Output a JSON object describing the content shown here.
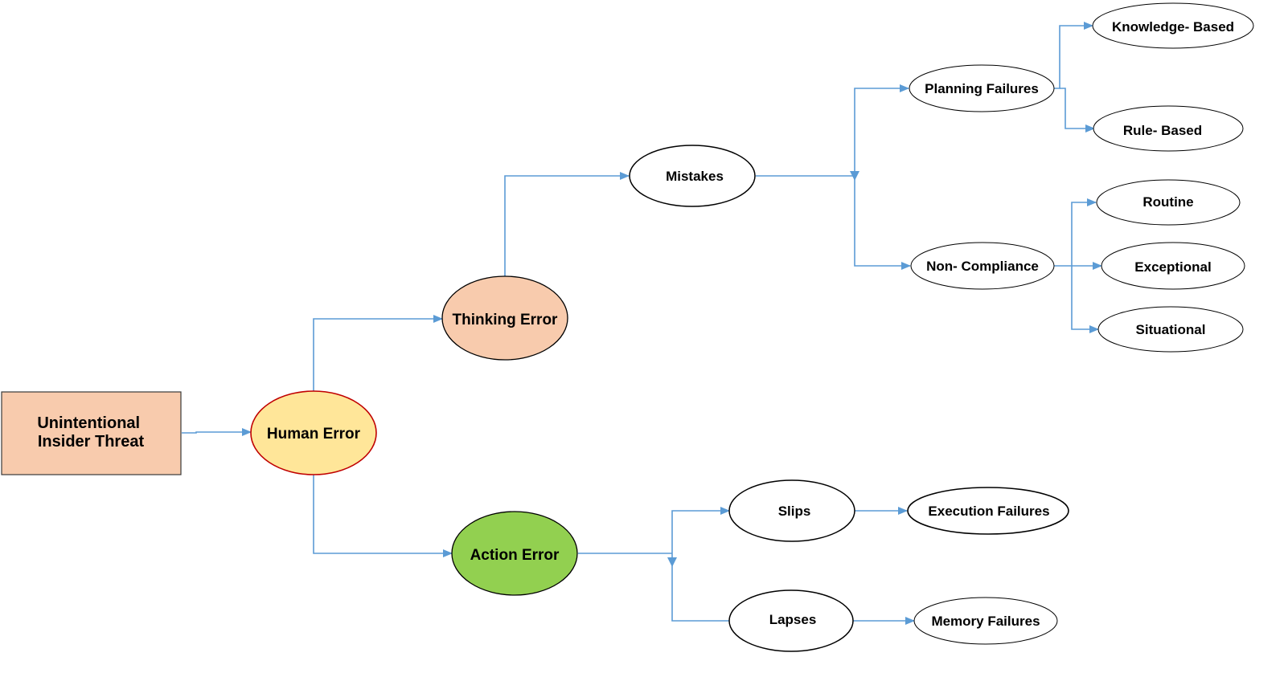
{
  "diagram": {
    "colors": {
      "connector": "#5b9bd5",
      "root_fill": "#f8cbad",
      "human_error_fill": "#ffe699",
      "human_error_stroke": "#c00000",
      "thinking_error_fill": "#f8cbad",
      "action_error_fill": "#92d050",
      "leaf_fill": "#ffffff",
      "stroke": "#000000"
    },
    "nodes": {
      "root": {
        "line1": "Unintentional",
        "line2": "Insider Threat"
      },
      "human_error": "Human Error",
      "thinking_error": "Thinking Error",
      "action_error": "Action Error",
      "mistakes": "Mistakes",
      "planning_failures": "Planning Failures",
      "non_compliance": "Non- Compliance",
      "knowledge_based": "Knowledge- Based",
      "rule_based": "Rule- Based",
      "routine": "Routine",
      "exceptional": "Exceptional",
      "situational": "Situational",
      "slips": "Slips",
      "lapses": "Lapses",
      "execution_failures": "Execution Failures",
      "memory_failures": "Memory Failures"
    }
  }
}
